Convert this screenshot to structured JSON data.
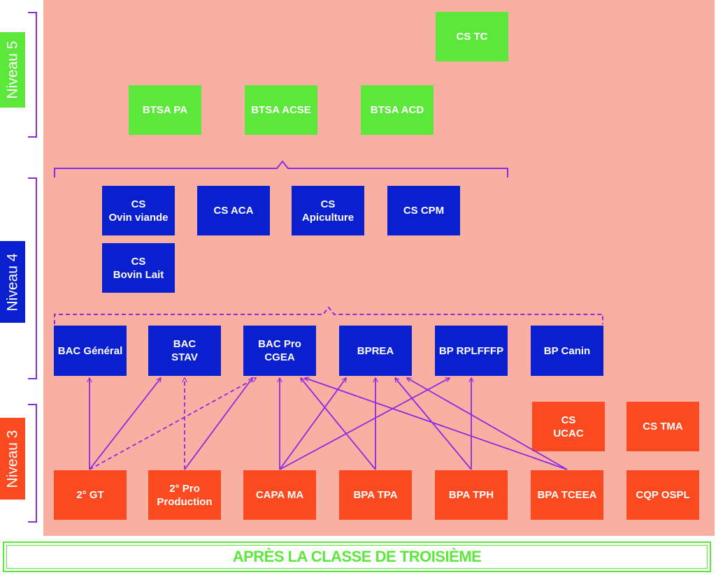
{
  "colors": {
    "background": "#f9b0a2",
    "level5": "#5ce83a",
    "level4": "#0a20cf",
    "level3": "#fb4a1f",
    "connectors": "#8a2be2",
    "footer": "#5ce83a"
  },
  "levels": {
    "n5": "Niveau 5",
    "n4": "Niveau 4",
    "n3": "Niveau 3"
  },
  "level5_boxes": {
    "cs_tc": "CS TC",
    "btsa_pa": "BTSA PA",
    "btsa_acse": "BTSA ACSE",
    "btsa_acd": "BTSA ACD"
  },
  "level4_cs": {
    "ovin": {
      "l1": "CS",
      "l2": "Ovin viande"
    },
    "aca": "CS ACA",
    "apiculture": {
      "l1": "CS",
      "l2": "Apiculture"
    },
    "cpm": "CS CPM",
    "bovin": {
      "l1": "CS",
      "l2": "Bovin Lait"
    }
  },
  "level4_bac": {
    "bac_general": "BAC Général",
    "bac_stav": {
      "l1": "BAC",
      "l2": "STAV"
    },
    "bac_pro_cgea": {
      "l1": "BAC Pro",
      "l2": "CGEA"
    },
    "bprea": "BPREA",
    "bp_rplfffp": "BP RPLFFFP",
    "bp_canin": "BP Canin"
  },
  "level3": {
    "gt": "2° GT",
    "pro_production": {
      "l1": "2° Pro",
      "l2": "Production"
    },
    "capa_ma": "CAPA MA",
    "bpa_tpa": "BPA TPA",
    "bpa_tph": "BPA TPH",
    "bpa_tceea": "BPA TCEEA",
    "cqp_ospl": "CQP OSPL",
    "cs_ucac": {
      "l1": "CS",
      "l2": "UCAC"
    },
    "cs_tma": "CS TMA"
  },
  "footer": "APRÈS LA CLASSE DE TROISIÈME"
}
